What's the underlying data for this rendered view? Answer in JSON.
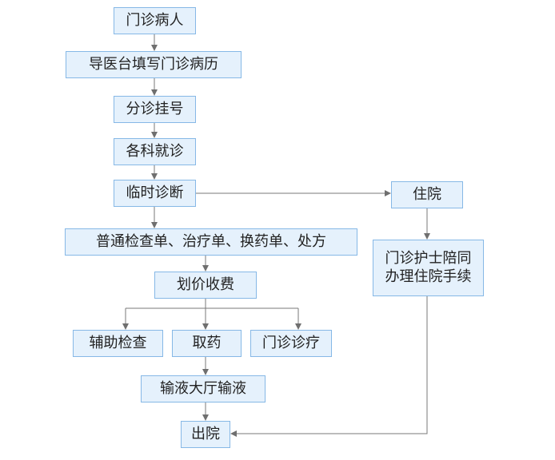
{
  "nodes": {
    "outpatient": "门诊病人",
    "guide": "导医台填写门诊病历",
    "triage": "分诊挂号",
    "dept": "各科就诊",
    "diagnosis": "临时诊断",
    "forms": "普通检查单、治疗单、换药单、处方",
    "pricing": "划价收费",
    "aux_exam": "辅助检查",
    "medicine": "取药",
    "outpatient_treatment": "门诊诊疗",
    "infusion": "输液大厅输液",
    "discharge": "出院",
    "admit": "住院",
    "nurse_line1": "门诊护士陪同",
    "nurse_line2": "办理住院手续"
  },
  "colors": {
    "node_fill": "#e5f1fc",
    "node_border": "#86b8e6",
    "connector": "#7a7a7a",
    "text": "#222222"
  }
}
